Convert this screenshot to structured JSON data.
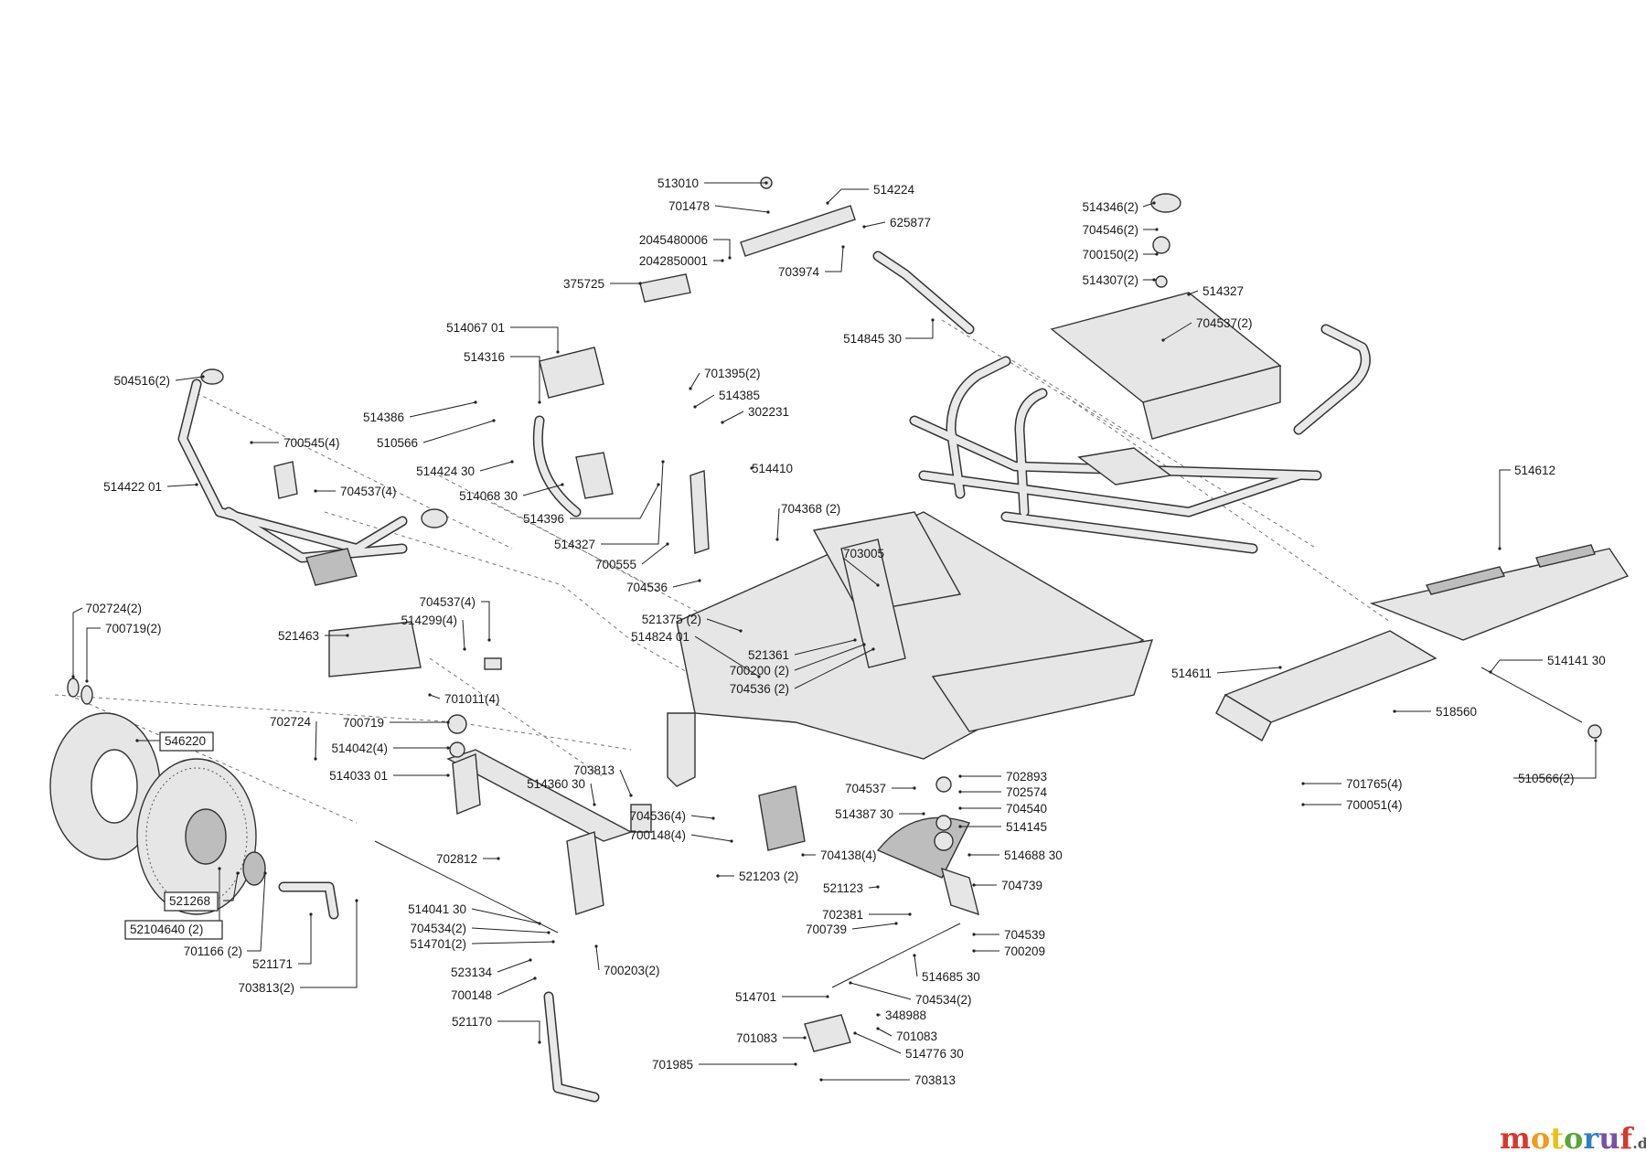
{
  "callouts": [
    {
      "text": "513010",
      "boxed": false
    },
    {
      "text": "514224",
      "boxed": false
    },
    {
      "text": "701478",
      "boxed": false
    },
    {
      "text": "625877",
      "boxed": false
    },
    {
      "text": "2045480006",
      "boxed": false
    },
    {
      "text": "2042850001",
      "boxed": false
    },
    {
      "text": "703974",
      "boxed": false
    },
    {
      "text": "375725",
      "boxed": false
    },
    {
      "text": "514845 30",
      "boxed": false
    },
    {
      "text": "514346(2)",
      "boxed": false
    },
    {
      "text": "704546(2)",
      "boxed": false
    },
    {
      "text": "700150(2)",
      "boxed": false
    },
    {
      "text": "514307(2)",
      "boxed": false
    },
    {
      "text": "514327",
      "boxed": false
    },
    {
      "text": "704537(2)",
      "boxed": false
    },
    {
      "text": "514067 01",
      "boxed": false
    },
    {
      "text": "514316",
      "boxed": false
    },
    {
      "text": "504516(2)",
      "boxed": false
    },
    {
      "text": "514386",
      "boxed": false
    },
    {
      "text": "510566",
      "boxed": false
    },
    {
      "text": "700545(4)",
      "boxed": false
    },
    {
      "text": "514424 30",
      "boxed": false
    },
    {
      "text": "514422 01",
      "boxed": false
    },
    {
      "text": "704537(4)",
      "boxed": false
    },
    {
      "text": "514068 30",
      "boxed": false
    },
    {
      "text": "514396",
      "boxed": false
    },
    {
      "text": "514327",
      "boxed": false
    },
    {
      "text": "701395(2)",
      "boxed": false
    },
    {
      "text": "514385",
      "boxed": false
    },
    {
      "text": "302231",
      "boxed": false
    },
    {
      "text": "514410",
      "boxed": false
    },
    {
      "text": "700555",
      "boxed": false
    },
    {
      "text": "704536",
      "boxed": false
    },
    {
      "text": "704368 (2)",
      "boxed": false
    },
    {
      "text": "703005",
      "boxed": false
    },
    {
      "text": "514612",
      "boxed": false
    },
    {
      "text": "702724(2)",
      "boxed": false
    },
    {
      "text": "700719(2)",
      "boxed": false
    },
    {
      "text": "704537(4)",
      "boxed": false
    },
    {
      "text": "514299(4)",
      "boxed": false
    },
    {
      "text": "521463",
      "boxed": false
    },
    {
      "text": "701011(4)",
      "boxed": false
    },
    {
      "text": "521375 (2)",
      "boxed": false
    },
    {
      "text": "514824 01",
      "boxed": false
    },
    {
      "text": "521361",
      "boxed": false
    },
    {
      "text": "700200 (2)",
      "boxed": false
    },
    {
      "text": "704536 (2)",
      "boxed": false
    },
    {
      "text": "514611",
      "boxed": false
    },
    {
      "text": "514141 30",
      "boxed": false
    },
    {
      "text": "518560",
      "boxed": false
    },
    {
      "text": "702724",
      "boxed": false
    },
    {
      "text": "700719",
      "boxed": false
    },
    {
      "text": "546220",
      "boxed": true
    },
    {
      "text": "514042(4)",
      "boxed": false
    },
    {
      "text": "514033 01",
      "boxed": false
    },
    {
      "text": "703813",
      "boxed": false
    },
    {
      "text": "514360 30",
      "boxed": false
    },
    {
      "text": "704537",
      "boxed": false
    },
    {
      "text": "702893",
      "boxed": false
    },
    {
      "text": "702574",
      "boxed": false
    },
    {
      "text": "514387 30",
      "boxed": false
    },
    {
      "text": "704540",
      "boxed": false
    },
    {
      "text": "514145",
      "boxed": false
    },
    {
      "text": "701765(4)",
      "boxed": false
    },
    {
      "text": "700051(4)",
      "boxed": false
    },
    {
      "text": "510566(2)",
      "boxed": false
    },
    {
      "text": "704536(4)",
      "boxed": false
    },
    {
      "text": "700148(4)",
      "boxed": false
    },
    {
      "text": "704138(4)",
      "boxed": false
    },
    {
      "text": "514688 30",
      "boxed": false
    },
    {
      "text": "702812",
      "boxed": false
    },
    {
      "text": "521203 (2)",
      "boxed": false
    },
    {
      "text": "521123",
      "boxed": false
    },
    {
      "text": "704739",
      "boxed": false
    },
    {
      "text": "702381",
      "boxed": false
    },
    {
      "text": "700739",
      "boxed": false
    },
    {
      "text": "514041 30",
      "boxed": false
    },
    {
      "text": "704539",
      "boxed": false
    },
    {
      "text": "704534(2)",
      "boxed": false
    },
    {
      "text": "700209",
      "boxed": false
    },
    {
      "text": "514701(2)",
      "boxed": false
    },
    {
      "text": "52104640 (2)",
      "boxed": true
    },
    {
      "text": "521268",
      "boxed": true
    },
    {
      "text": "701166 (2)",
      "boxed": false
    },
    {
      "text": "521171",
      "boxed": false
    },
    {
      "text": "703813(2)",
      "boxed": false
    },
    {
      "text": "523134",
      "boxed": false
    },
    {
      "text": "700203(2)",
      "boxed": false
    },
    {
      "text": "700148",
      "boxed": false
    },
    {
      "text": "514685 30",
      "boxed": false
    },
    {
      "text": "514701",
      "boxed": false
    },
    {
      "text": "704534(2)",
      "boxed": false
    },
    {
      "text": "348988",
      "boxed": false
    },
    {
      "text": "521170",
      "boxed": false
    },
    {
      "text": "701083",
      "boxed": false
    },
    {
      "text": "701083",
      "boxed": false
    },
    {
      "text": "514776 30",
      "boxed": false
    },
    {
      "text": "701985",
      "boxed": false
    },
    {
      "text": "703813",
      "boxed": false
    }
  ],
  "watermark": {
    "text": "motoruf",
    "suffix": ".de",
    "colors": [
      "#d43a2f",
      "#f29a1d",
      "#e8c21a",
      "#5aa53a",
      "#2f7fc1",
      "#7b4fa6",
      "#d43a2f"
    ]
  }
}
